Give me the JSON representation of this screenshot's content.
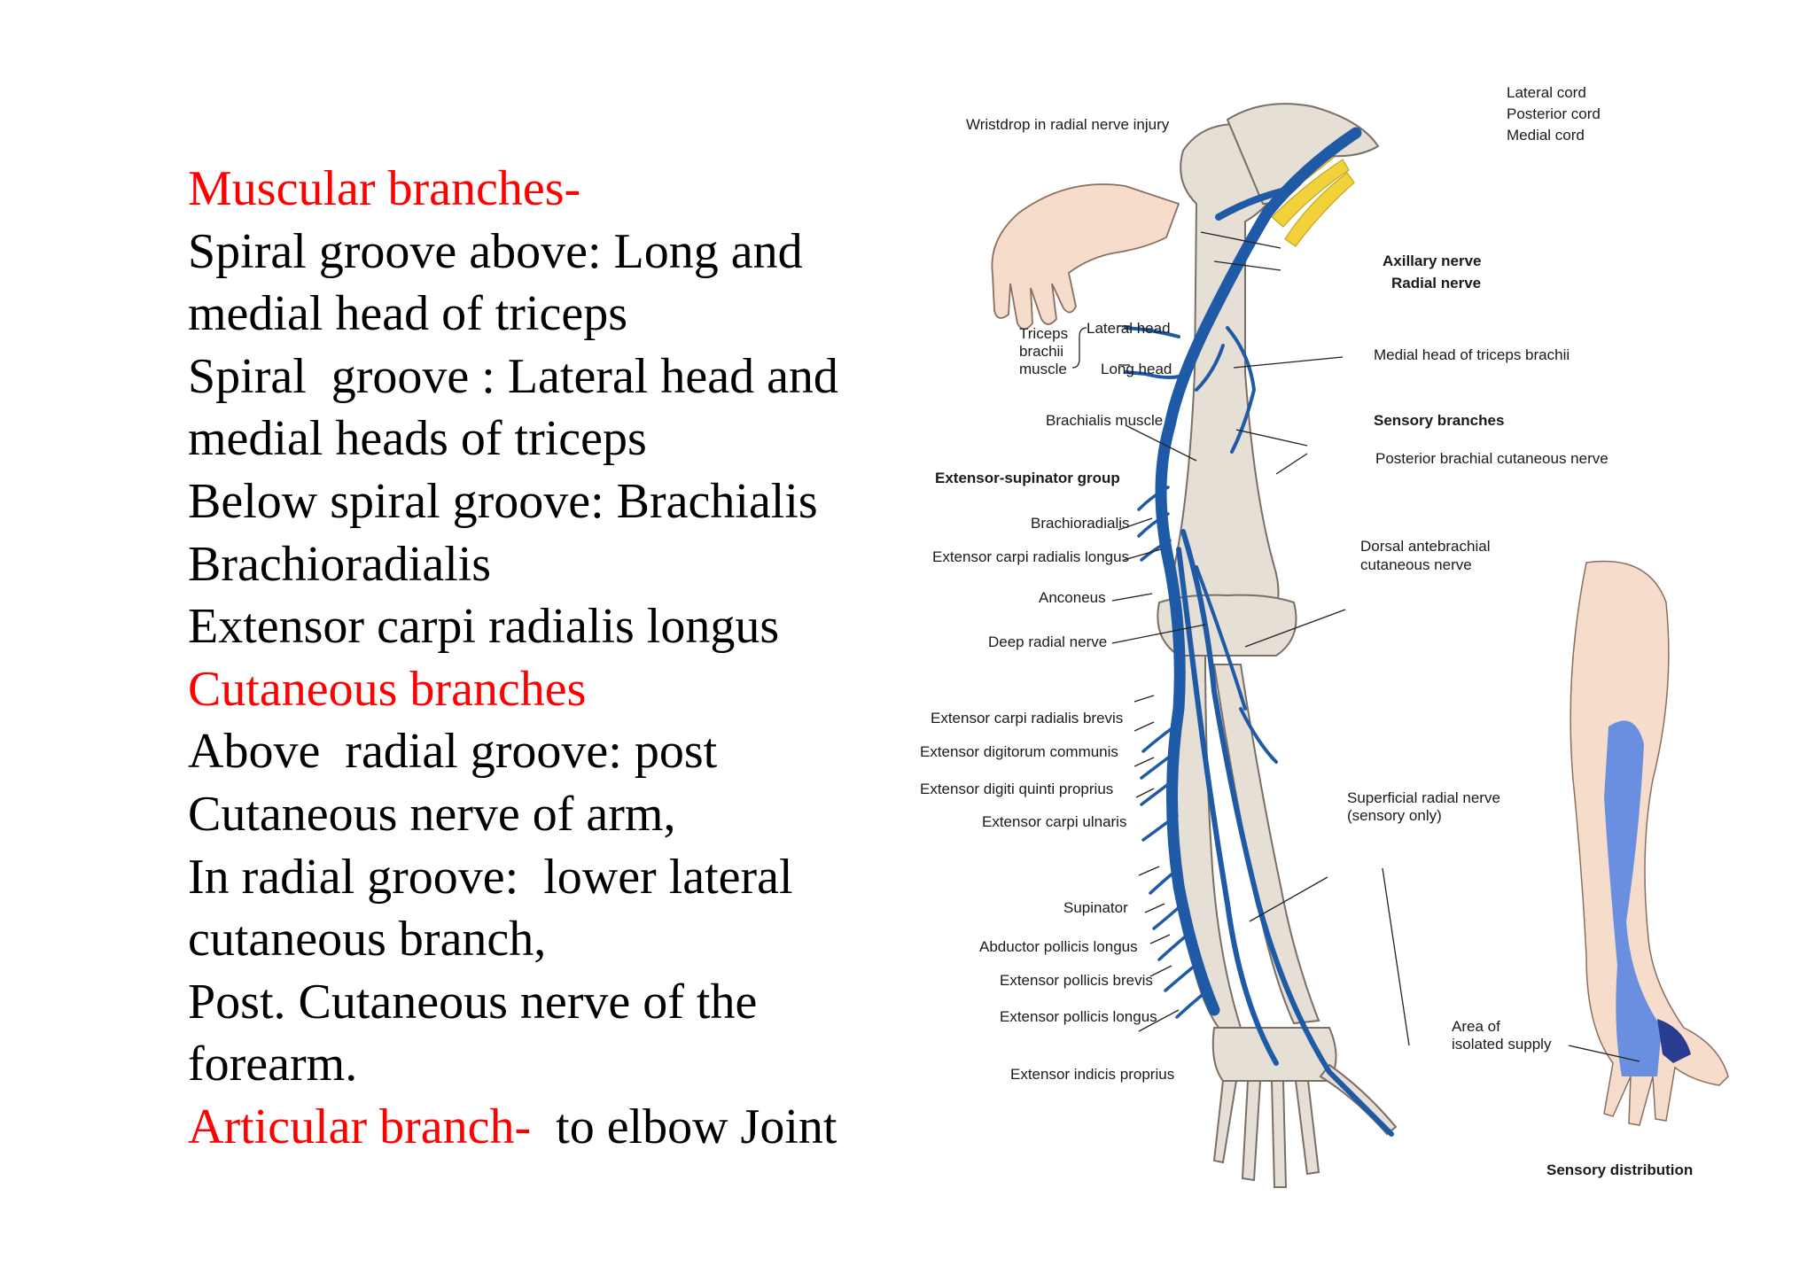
{
  "text": {
    "lines": [
      {
        "parts": [
          {
            "t": "Muscular branches-",
            "red": true
          }
        ]
      },
      {
        "parts": [
          {
            "t": "Spiral groove above: Long and"
          }
        ]
      },
      {
        "parts": [
          {
            "t": "medial head of triceps"
          }
        ]
      },
      {
        "parts": [
          {
            "t": "Spiral  groove : Lateral head and"
          }
        ]
      },
      {
        "parts": [
          {
            "t": "medial heads of triceps"
          }
        ]
      },
      {
        "parts": [
          {
            "t": "Below spiral groove: Brachialis"
          }
        ]
      },
      {
        "parts": [
          {
            "t": "Brachioradialis"
          }
        ]
      },
      {
        "parts": [
          {
            "t": "Extensor carpi radialis longus"
          }
        ]
      },
      {
        "parts": [
          {
            "t": "Cutaneous branches",
            "red": true
          }
        ]
      },
      {
        "parts": [
          {
            "t": "Above  radial groove: post"
          }
        ]
      },
      {
        "parts": [
          {
            "t": "Cutaneous nerve of arm,"
          }
        ]
      },
      {
        "parts": [
          {
            "t": "In radial groove:  lower lateral"
          }
        ]
      },
      {
        "parts": [
          {
            "t": "cutaneous branch,"
          }
        ]
      },
      {
        "parts": [
          {
            "t": "Post. Cutaneous nerve of the"
          }
        ]
      },
      {
        "parts": [
          {
            "t": "forearm."
          }
        ]
      },
      {
        "parts": [
          {
            "t": "Articular branch-",
            "red": true
          },
          {
            "t": "  to elbow Joint"
          }
        ]
      }
    ]
  },
  "diagram": {
    "wristdrop": "Wristdrop in radial nerve injury",
    "lateral_cord": "Lateral cord",
    "posterior_cord": "Posterior cord",
    "medial_cord": "Medial cord",
    "axillary_nerve": "Axillary nerve",
    "radial_nerve": "Radial nerve",
    "triceps_1": "Triceps",
    "triceps_2": "brachii",
    "triceps_3": "muscle",
    "lateral_head": "Lateral head",
    "long_head": "Long head",
    "medial_head": "Medial head of triceps brachii",
    "brachialis": "Brachialis muscle",
    "sensory_branches": "Sensory branches",
    "posterior_brachial": "Posterior brachial cutaneous nerve",
    "extensor_supinator": "Extensor-supinator group",
    "brachioradialis": "Brachioradialis",
    "ecrl": "Extensor carpi radialis longus",
    "dorsal_1": "Dorsal antebrachial",
    "dorsal_2": "cutaneous nerve",
    "anconeus": "Anconeus",
    "deep_radial": "Deep radial nerve",
    "ecrb": "Extensor carpi radialis brevis",
    "edc": "Extensor digitorum communis",
    "edqp": "Extensor digiti quinti proprius",
    "ecu": "Extensor carpi ulnaris",
    "superficial_1": "Superficial radial nerve",
    "superficial_2": "(sensory only)",
    "supinator": "Supinator",
    "apl": "Abductor pollicis longus",
    "epb": "Extensor pollicis brevis",
    "epl": "Extensor pollicis longus",
    "area_1": "Area of",
    "area_2": "isolated supply",
    "eip": "Extensor indicis proprius",
    "sensory_distribution": "Sensory distribution",
    "colors": {
      "nerve": "#1f5aa6",
      "cords": "#f2d23a",
      "bone": "#e6dfd6",
      "skin": "#f6dccb",
      "sensory_area": "#6a8ee0",
      "isolated_area": "#2a3c8f",
      "red_text": "#ff0000"
    }
  }
}
